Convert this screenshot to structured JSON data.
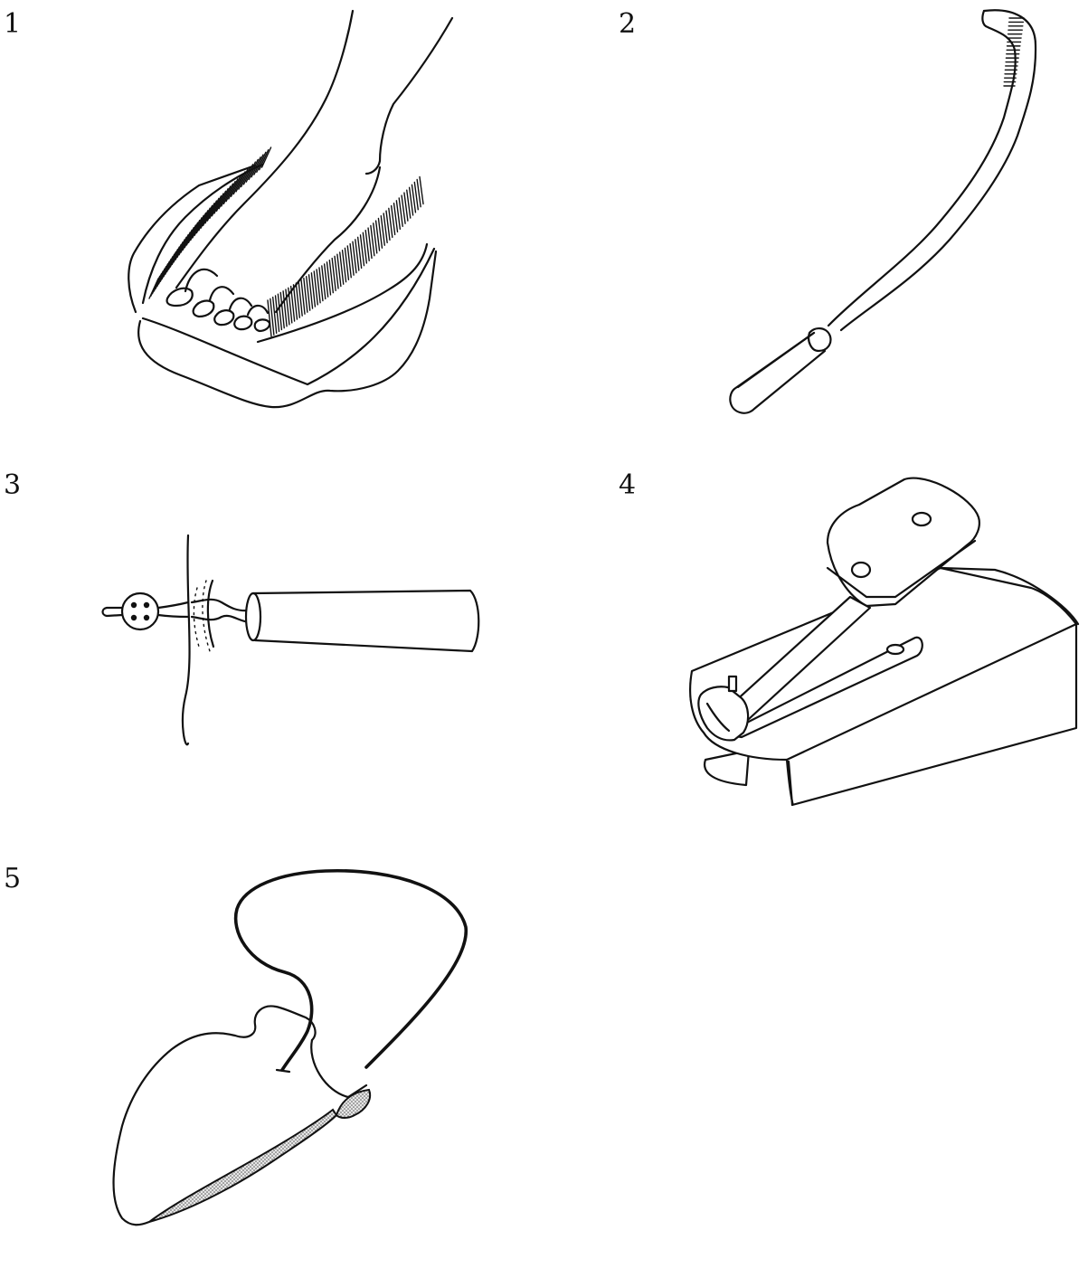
{
  "panels": [
    {
      "number": "1",
      "icon": "foot-scrub-brush-icon"
    },
    {
      "number": "2",
      "icon": "long-handled-comb-icon"
    },
    {
      "number": "3",
      "icon": "button-hook-icon"
    },
    {
      "number": "4",
      "icon": "mounted-nail-clipper-icon"
    },
    {
      "number": "5",
      "icon": "sock-aid-icon"
    }
  ],
  "colors": {
    "line": "#111111",
    "background": "#ffffff",
    "shade": "#c8c8c8"
  }
}
